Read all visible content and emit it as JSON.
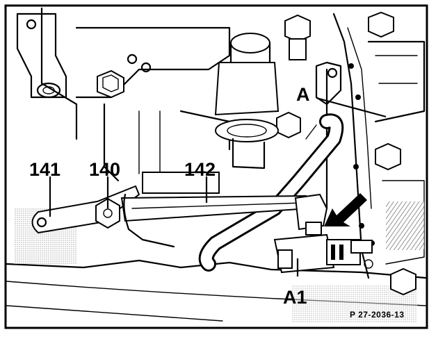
{
  "callouts": {
    "a": "A",
    "a1": "A1",
    "n141": "141",
    "n140": "140",
    "n142": "142"
  },
  "figure_reference": "P 27-2036-13"
}
